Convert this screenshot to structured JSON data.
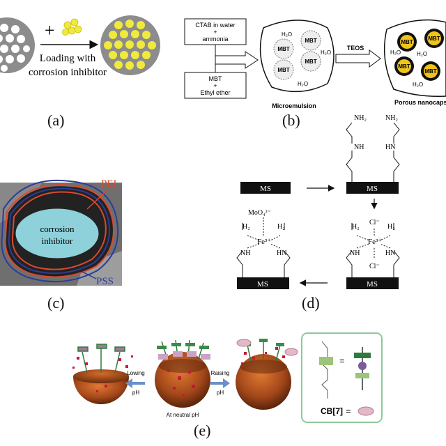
{
  "panel_a": {
    "caption": "(a)",
    "label_line1": "Loading with",
    "label_line2": "corrosion inhibitor",
    "plus": "+"
  },
  "panel_b": {
    "caption": "(b)",
    "box1_line1": "CTAB in water",
    "box1_line2": "+",
    "box1_line3": "ammonia",
    "box2_line1": "MBT",
    "box2_line2": "+",
    "box2_line3": "Ethyl ether",
    "mbt": "MBT",
    "water": "H₂O",
    "teos": "TEOS",
    "microemulsion": "Microemulsion",
    "porous": "Porous nanocaps"
  },
  "panel_c": {
    "caption": "(c)",
    "pei": "PEI",
    "pss": "PSS",
    "core_line1": "corrosion",
    "core_line2": "inhibitor"
  },
  "panel_d": {
    "caption": "(d)",
    "ms": "MS",
    "nh2": "NH₂",
    "nh": "NH",
    "hn": "HN",
    "h2": "H₂",
    "fe": "Fe³⁺",
    "cl": "Cl⁻",
    "moo4": "MoO₄²⁻"
  },
  "panel_e": {
    "caption": "(e)",
    "lowing": "Lowing",
    "raising": "Raising",
    "ph": "pH",
    "neutral": "At neutral pH",
    "cb7": "CB[7]",
    "equals": "="
  }
}
